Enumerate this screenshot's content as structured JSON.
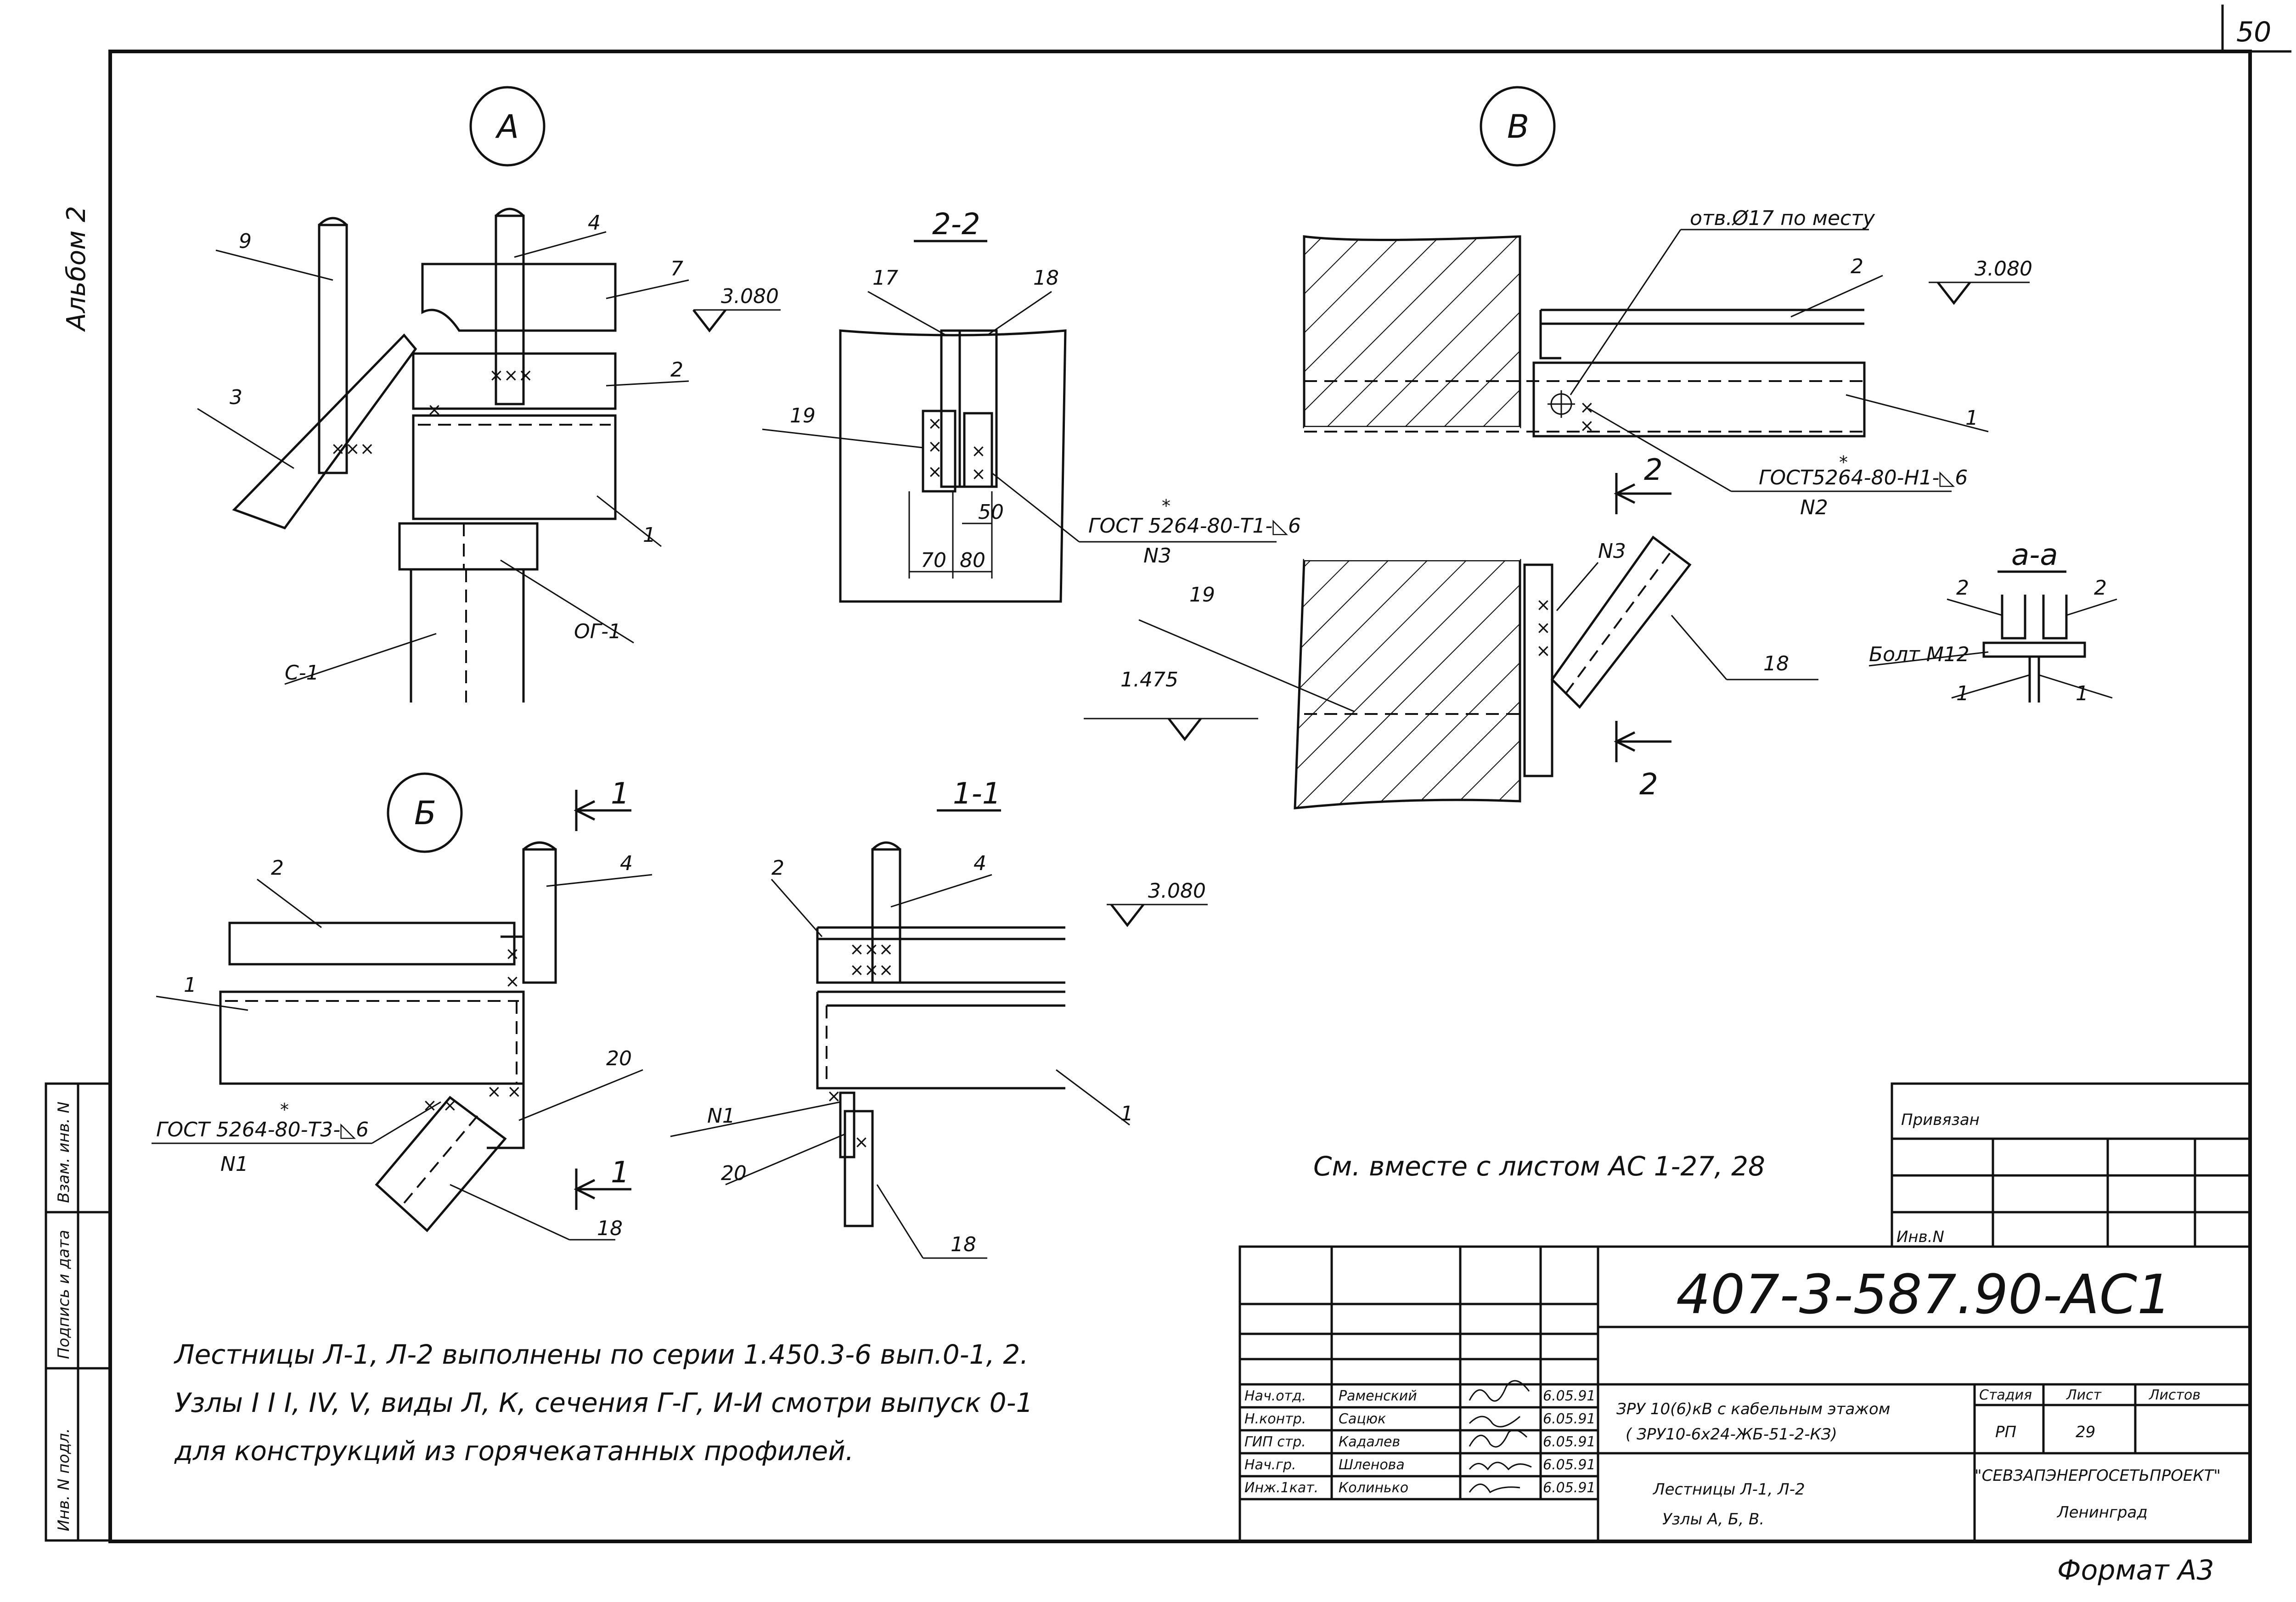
{
  "sheet": {
    "page_number": "50",
    "album": "Альбом 2",
    "format_label": "Формат А3"
  },
  "side_stamps": {
    "vzam_inv": "Взам. инв. N",
    "podpis_data": "Подпись и дата",
    "inv_podl": "Инв. N подл."
  },
  "node_A": {
    "circle": "А",
    "callouts": [
      "9",
      "4",
      "7",
      "3",
      "2",
      "1",
      "ОГ-1",
      "С-1"
    ],
    "level": "3.080"
  },
  "section_22": {
    "title": "2-2",
    "callouts": [
      "17",
      "18",
      "19"
    ],
    "dims": [
      "50",
      "70",
      "80"
    ],
    "weld": "ГОСТ 5264-80-Т1-◺6",
    "weld_mark": "*",
    "weld_no": "N3"
  },
  "node_V": {
    "circle": "В",
    "hole_note": "отв.Ø17 по месту",
    "level_top": "3.080",
    "level_bottom": "1.475",
    "callouts": [
      "2",
      "1",
      "19",
      "18"
    ],
    "weld": "ГОСТ5264-80-Н1-◺6",
    "weld_mark": "*",
    "weld_no": "N2",
    "weld_no2": "N3",
    "cut_mark": "2"
  },
  "section_aa": {
    "title": "а-а",
    "callouts": [
      "2",
      "2",
      "1",
      "1"
    ],
    "bolt": "Болт М12"
  },
  "node_B": {
    "circle": "Б",
    "cut_mark": "1",
    "callouts": [
      "2",
      "4",
      "1",
      "20",
      "18"
    ],
    "weld": "ГОСТ 5264-80-Т3-◺6",
    "weld_mark": "*",
    "weld_no": "N1"
  },
  "section_11": {
    "title": "1-1",
    "callouts": [
      "2",
      "4",
      "1",
      "20",
      "18"
    ],
    "weld_no": "N1",
    "level": "3.080"
  },
  "see_also": "См. вместе с листом АС 1-27, 28",
  "notes": [
    "Лестницы Л-1, Л-2 выполнены по серии 1.450.3-6 вып.0-1, 2.",
    "Узлы I I I, IV, V, виды Л, К, сечения Г-Г, И-И смотри выпуск 0-1",
    "для конструкций из горячекатанных профилей."
  ],
  "titleblock": {
    "privyazan": "Привязан",
    "inv_n": "Инв.N",
    "doc_code": "407-3-587.90-АС1",
    "project_line1": "ЗРУ 10(6)кВ с кабельным этажом",
    "project_line2": "( ЗРУ10-6х24-ЖБ-51-2-КЗ)",
    "sheet_title1": "Лестницы Л-1, Л-2",
    "sheet_title2": "Узлы А, Б, В.",
    "col_stage": "Стадия",
    "col_sheet": "Лист",
    "col_sheets": "Листов",
    "stage": "РП",
    "sheet_no": "29",
    "org1": "\"СЕВЗАПЭНЕРГОСЕТЬПРОЕКТ\"",
    "org2": "Ленинград",
    "staff": [
      {
        "role": "Нач.отд.",
        "name": "Раменский",
        "date": "6.05.91"
      },
      {
        "role": "Н.контр.",
        "name": "Сацюк",
        "date": "6.05.91"
      },
      {
        "role": "ГИП стр.",
        "name": "Кадалев",
        "date": "6.05.91"
      },
      {
        "role": "Нач.гр.",
        "name": "Шленова",
        "date": "6.05.91"
      },
      {
        "role": "Инж.1кат.",
        "name": "Колинько",
        "date": "6.05.91"
      }
    ]
  }
}
